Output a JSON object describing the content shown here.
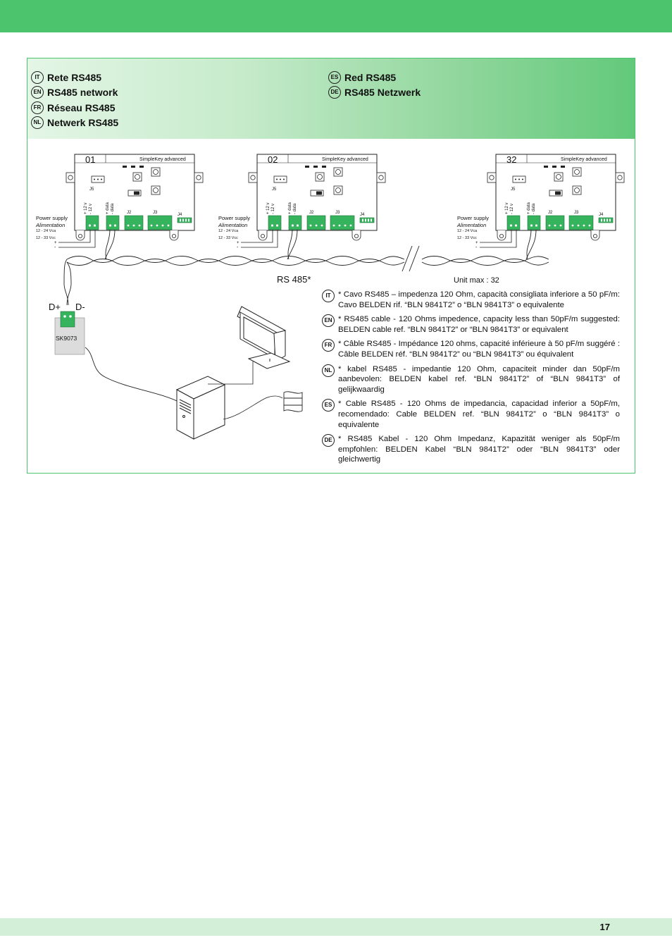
{
  "page": {
    "number": "17"
  },
  "titles": [
    {
      "lang": "IT",
      "text": "Rete RS485"
    },
    {
      "lang": "EN",
      "text": "RS485 network"
    },
    {
      "lang": "FR",
      "text": "Réseau RS485"
    },
    {
      "lang": "NL",
      "text": "Netwerk RS485"
    },
    {
      "lang": "ES",
      "text": "Red RS485"
    },
    {
      "lang": "DE",
      "text": "RS485 Netzwerk"
    }
  ],
  "diagram": {
    "units": [
      {
        "number": "01",
        "model": "SimpleKey advanced"
      },
      {
        "number": "02",
        "model": "SimpleKey advanced"
      },
      {
        "number": "32",
        "model": "SimpleKey advanced"
      }
    ],
    "connector_labels": {
      "j5": "J5",
      "j2": "J2",
      "j3": "J3",
      "j4": "J4"
    },
    "pin_labels": {
      "plus12v": "+ 12 v",
      "minus12v": "- 12 v",
      "plusdata": "+ data",
      "minusdata": "- data"
    },
    "power_label": "Power supply",
    "alimentation_label": "Alimentation",
    "vca_label": "12 - 24 Vca",
    "vcc_label": "12 - 33 Vcc",
    "plus_sign": "+",
    "minus_sign": "-",
    "bus_label": "RS 485*",
    "unit_max_label": "Unit max : 32",
    "d_plus_label": "D+",
    "d_minus_label": "D-",
    "converter_label": "SK9073"
  },
  "notes": [
    {
      "lang": "IT",
      "text": "* Cavo RS485 – impedenza 120 Ohm, capacità consigliata inferiore a 50 pF/m: Cavo BELDEN rif. “BLN 9841T2” o “BLN 9841T3” o equivalente"
    },
    {
      "lang": "EN",
      "text": "* RS485 cable - 120 Ohms impedence, capacity less than 50pF/m suggested: BELDEN cable ref. “BLN 9841T2” or “BLN 9841T3” or equivalent"
    },
    {
      "lang": "FR",
      "text": "* Câble RS485 - Impédance 120 ohms, capacité inférieure à 50 pF/m suggéré : Câble BELDEN réf. “BLN 9841T2” ou “BLN 9841T3” ou équivalent"
    },
    {
      "lang": "NL",
      "text": "* kabel RS485 - impedantie 120 Ohm, capaciteit minder dan 50pF/m aanbevolen: BELDEN kabel ref. “BLN 9841T2” of “BLN 9841T3” of gelijkwaardig"
    },
    {
      "lang": "ES",
      "text": "* Cable RS485 - 120 Ohms de impedancia, capacidad inferior a 50pF/m, recomendado: Cable BELDEN ref. “BLN 9841T2” o “BLN 9841T3” o equivalente"
    },
    {
      "lang": "DE",
      "text": "* RS485 Kabel - 120 Ohm Impedanz, Kapazität weniger als 50pF/m empfohlen: BELDEN Kabel “BLN 9841T2” oder “BLN 9841T3” oder gleichwertig"
    }
  ],
  "colors": {
    "header_band": "#4cc46e",
    "footer_band": "#d3efd8",
    "connector": "#35b35d",
    "panel_border": "#4cc46e"
  }
}
